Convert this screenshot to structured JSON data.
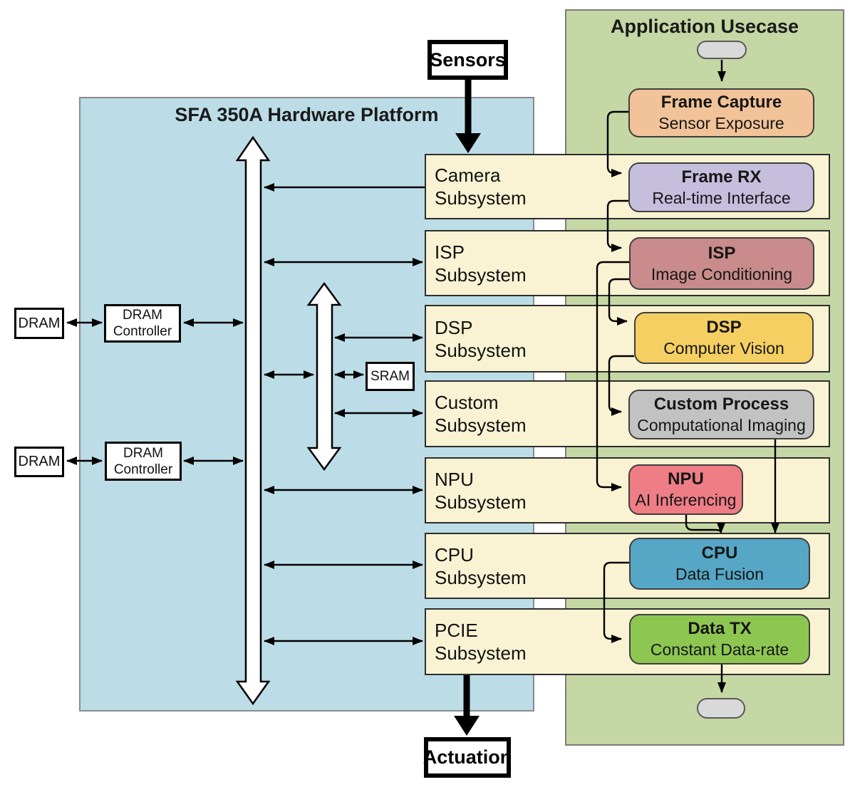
{
  "hardware_platform": {
    "title": "SFA 350A Hardware Platform",
    "subsystems": [
      {
        "line1": "Camera",
        "line2": "Subsystem"
      },
      {
        "line1": "ISP",
        "line2": "Subsystem"
      },
      {
        "line1": "DSP",
        "line2": "Subsystem"
      },
      {
        "line1": "Custom",
        "line2": "Subsystem"
      },
      {
        "line1": "NPU",
        "line2": "Subsystem"
      },
      {
        "line1": "CPU",
        "line2": "Subsystem"
      },
      {
        "line1": "PCIE",
        "line2": "Subsystem"
      }
    ],
    "memory": {
      "dram1": "DRAM",
      "dram_controller1_line1": "DRAM",
      "dram_controller1_line2": "Controller",
      "dram2": "DRAM",
      "dram_controller2_line1": "DRAM",
      "dram_controller2_line2": "Controller",
      "sram": "SRAM"
    }
  },
  "io": {
    "sensors": "Sensors",
    "actuation": "Actuation"
  },
  "application_usecase": {
    "title": "Application Usecase",
    "steps": [
      {
        "title": "Frame Capture",
        "subtitle": "Sensor Exposure",
        "color": "#f2c398"
      },
      {
        "title": "Frame RX",
        "subtitle": "Real-time Interface",
        "color": "#c5bedd"
      },
      {
        "title": "ISP",
        "subtitle": "Image Conditioning",
        "color": "#c98b8b"
      },
      {
        "title": "DSP",
        "subtitle": "Computer Vision",
        "color": "#f5cf62"
      },
      {
        "title": "Custom Process",
        "subtitle": "Computational Imaging",
        "color": "#c2c2c2"
      },
      {
        "title": "NPU",
        "subtitle": "AI Inferencing",
        "color": "#ee7d85"
      },
      {
        "title": "CPU",
        "subtitle": "Data Fusion",
        "color": "#56a6c6"
      },
      {
        "title": "Data TX",
        "subtitle": "Constant Data-rate",
        "color": "#8ec652"
      }
    ]
  },
  "palette": {
    "hardware_panel": "#bcdde7",
    "usecase_panel": "#c5d7a4",
    "subsystem_row": "#faf3d3",
    "terminator_pill": "#d9d9d9",
    "wire": "#000000"
  }
}
